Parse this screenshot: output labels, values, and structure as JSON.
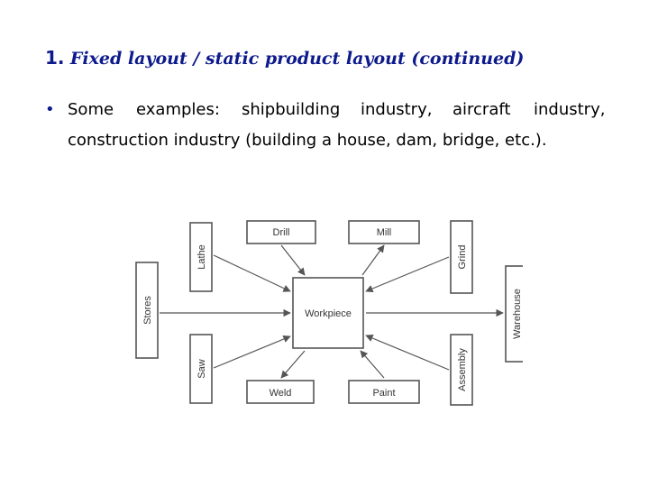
{
  "heading": {
    "number": "1.",
    "title": "Fixed layout / static product layout  (continued)"
  },
  "bullet": {
    "symbol": "•",
    "words": [
      "Some",
      "examples:",
      "shipbuilding",
      "industry,",
      "aircraft",
      "industry,"
    ],
    "continuation": "construction industry (building a house, dam, bridge, etc.)."
  },
  "diagram": {
    "center": "Workpiece",
    "drill": "Drill",
    "mill": "Mill",
    "lathe": "Lathe",
    "grind": "Grind",
    "stores": "Stores",
    "warehouse": "Warehouse",
    "saw": "Saw",
    "assembly": "Assembly",
    "weld": "Weld",
    "paint": "Paint"
  },
  "colors": {
    "heading": "#0d1a8c",
    "text": "#000000",
    "diagram_line": "#555555"
  }
}
